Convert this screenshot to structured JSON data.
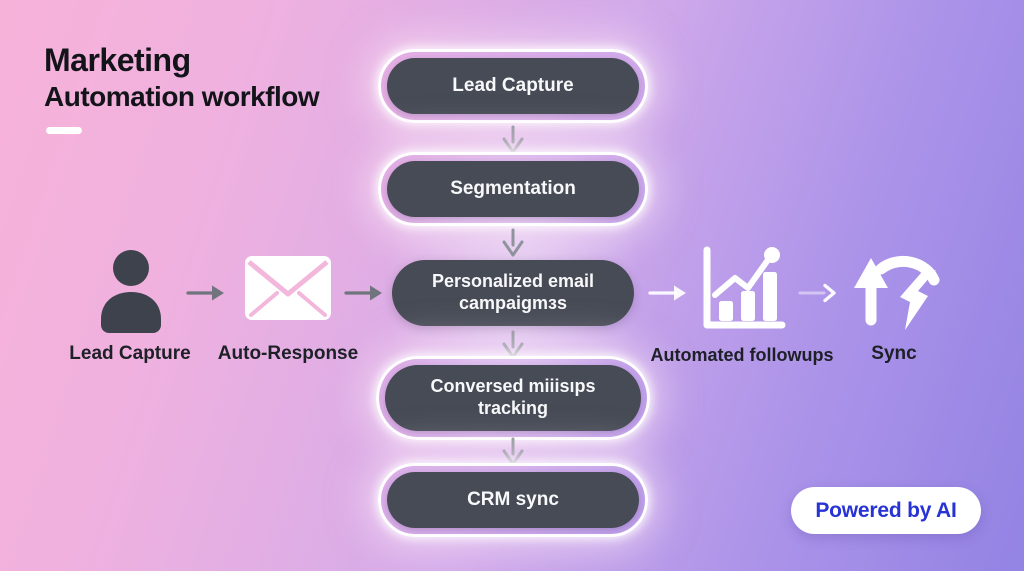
{
  "title": {
    "line1": "Marketing",
    "line2": "Automation workflow"
  },
  "flow": {
    "steps": [
      {
        "label": "Lead Capture",
        "ringed": true
      },
      {
        "label": "Segmentation",
        "ringed": true
      },
      {
        "label": "Personalized email campaigmзs",
        "ringed": false
      },
      {
        "label": "Conversed mіiisıps tracking",
        "ringed": true
      },
      {
        "label": "CRM sync",
        "ringed": true
      }
    ]
  },
  "side_items": {
    "left": [
      {
        "icon": "person-icon",
        "label": "Lead Capture"
      },
      {
        "icon": "envelope-icon",
        "label": "Auto-Response"
      }
    ],
    "right": [
      {
        "icon": "bar-chart-icon",
        "label": "Automated followups"
      },
      {
        "icon": "sync-arrows-icon",
        "label": "Sync"
      }
    ]
  },
  "badge": {
    "label": "Powered by AI"
  },
  "colors": {
    "background_pink": "#f7b2d9",
    "background_purple": "#9383e3",
    "pill_fill": "#464b55",
    "pill_text": "#f7f8fa",
    "ring_white": "#ffffff",
    "label_text": "#1d2026",
    "arrow_gray": "#70747c",
    "arrow_light": "#ffffff",
    "icon_dark": "#3d424c",
    "icon_white": "#ffffff",
    "envelope_fold_pink": "#f2b7da",
    "badge_text_blue": "#2733d4"
  }
}
